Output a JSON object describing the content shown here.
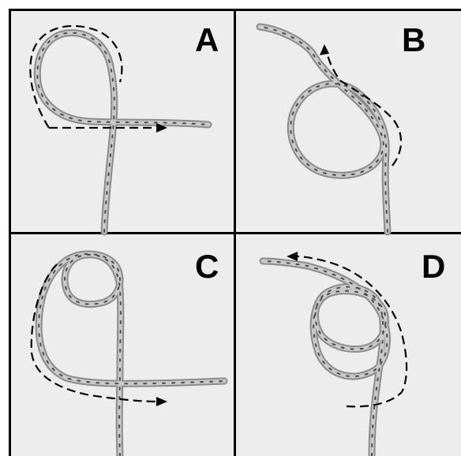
{
  "panels": [
    {
      "label": "A"
    },
    {
      "label": "B"
    },
    {
      "label": "C"
    },
    {
      "label": "D"
    }
  ],
  "colors": {
    "background": "#ededed",
    "rope": "#b8b8b8",
    "rope_fleck": "#4a4a4a",
    "border": "#000000",
    "guide_line": "#000000"
  },
  "icons": [
    "direction-arrow-icon"
  ]
}
